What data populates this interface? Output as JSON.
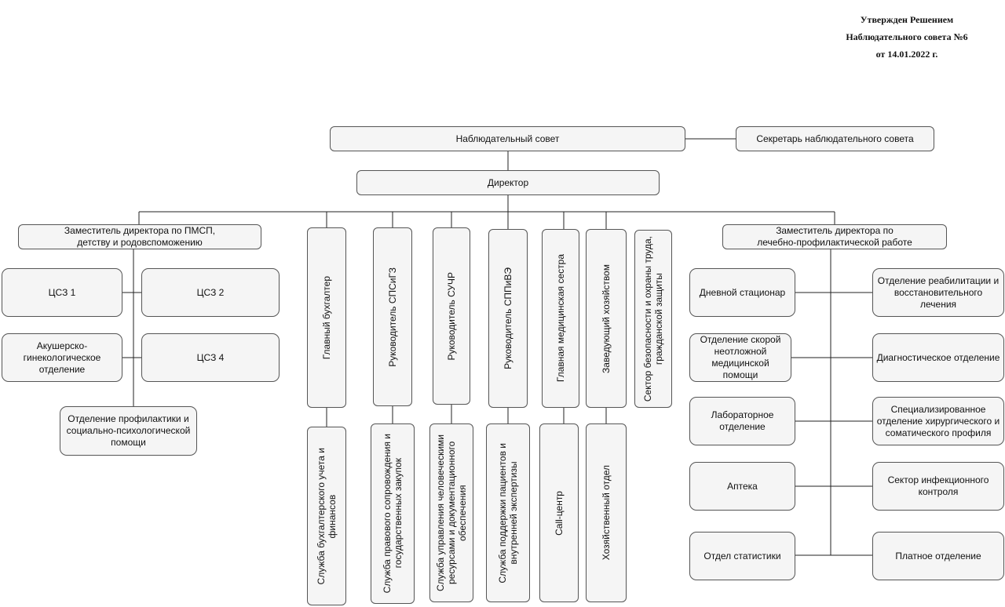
{
  "approval": {
    "line1": "Утвержден Решением",
    "line2": "Наблюдательного совета №6",
    "line3": "от 14.01.2022 г."
  },
  "boxes": {
    "supervisory_board": "Наблюдательный совет",
    "board_secretary": "Секретарь наблюдательного совета",
    "director": "Директор",
    "deputy_pmsp": "Заместитель директора по ПМСП,\nдетству и родовспоможению",
    "tss1": "ЦСЗ 1",
    "tss2": "ЦСЗ 2",
    "obgyn": "Акушерско-\nгинекологическое\nотделение",
    "tss4": "ЦСЗ 4",
    "prevention": "Отделение профилактики и\nсоциально-психологической\nпомощи",
    "chief_accountant": "Главный бухгалтер",
    "accounting_service": "Служба бухгалтерского учета и\nфинансов",
    "head_spsigz": "Руководитель СПСиГЗ",
    "legal_service": "Служба правового сопровождения и\nгосударственных закупок",
    "head_suchr": "Руководитель СУЧР",
    "hr_service": "Служба управления человеческими\nресурсами и документационного\nобеспечения",
    "head_sppive": "Руководитель СППиВЭ",
    "patient_support": "Служба поддержки пациентов и\nвнутренней экспертизы",
    "chief_nurse": "Главная медицинская сестра",
    "call_center": "Call-центр",
    "facilities_manager": "Заведующий хозяйством",
    "facilities_dept": "Хозяйственный отдел",
    "safety_sector": "Сектор безопасности и охраны труда,\nгражданской защиты",
    "deputy_medical": "Заместитель директора по\nлечебно-профилактической работе",
    "day_hospital": "Дневной стационар",
    "rehab": "Отделение реабилитации и\nвосстановительного лечения",
    "emergency": "Отделение скорой\nнеотложной\nмедицинской помощи",
    "diagnostic": "Диагностическое отделение",
    "laboratory": "Лабораторное\nотделение",
    "specialized": "Специализированное\nотделение хирургического и\nсоматического профиля",
    "pharmacy": "Аптека",
    "infection_control": "Сектор инфекционного\nконтроля",
    "statistics": "Отдел статистики",
    "paid_dept": "Платное отделение"
  }
}
